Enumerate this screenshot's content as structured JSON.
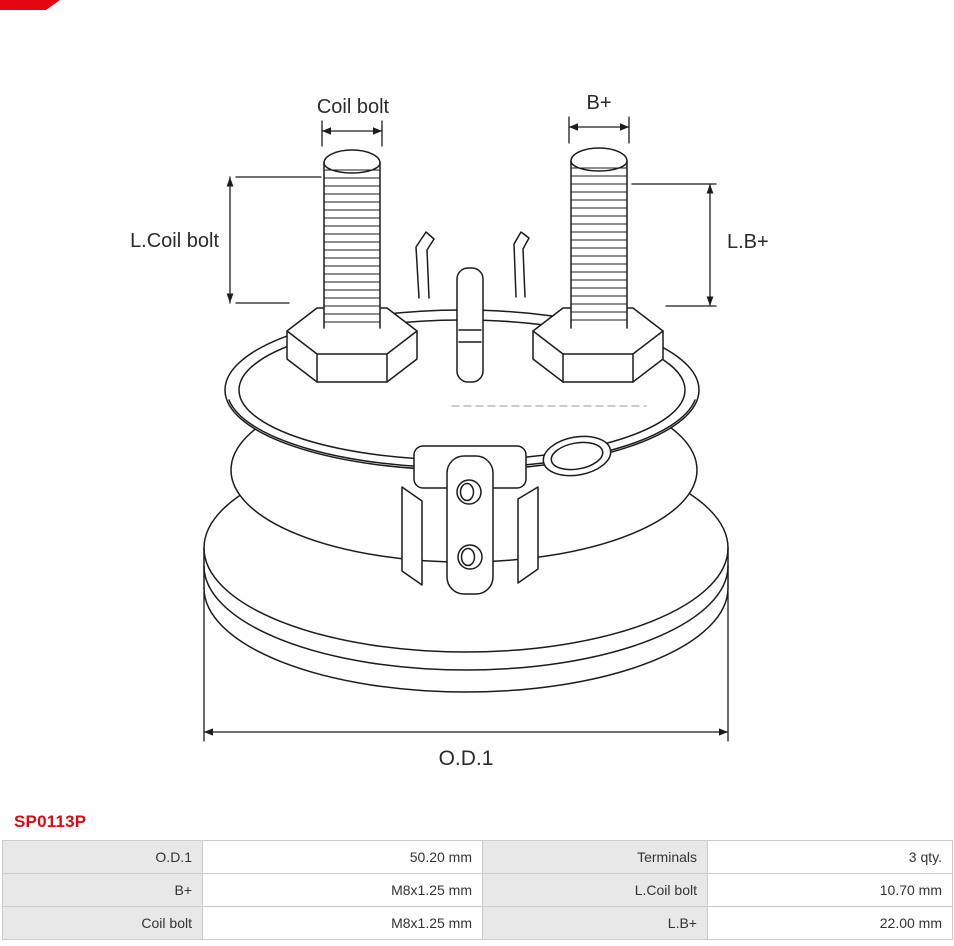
{
  "part_number": "SP0113P",
  "logo": {
    "name": "as-logo-fragment",
    "color": "#e30613"
  },
  "diagram": {
    "labels": {
      "coil_bolt": "Coil bolt",
      "b_plus": "B+",
      "l_coil_bolt": "L.Coil bolt",
      "l_b_plus": "L.B+",
      "od1": "O.D.1"
    }
  },
  "table": {
    "rows": [
      {
        "cells": [
          "O.D.1",
          "50.20 mm",
          "Terminals",
          "3 qty."
        ]
      },
      {
        "cells": [
          "B+",
          "M8x1.25 mm",
          "L.Coil bolt",
          "10.70 mm"
        ]
      },
      {
        "cells": [
          "Coil bolt",
          "M8x1.25 mm",
          "L.B+",
          "22.00 mm"
        ]
      }
    ]
  },
  "colors": {
    "accent_red": "#e30613",
    "line": "#1c1c1c",
    "table_border": "#cccccc",
    "table_label_bg": "#e8e8e8"
  }
}
